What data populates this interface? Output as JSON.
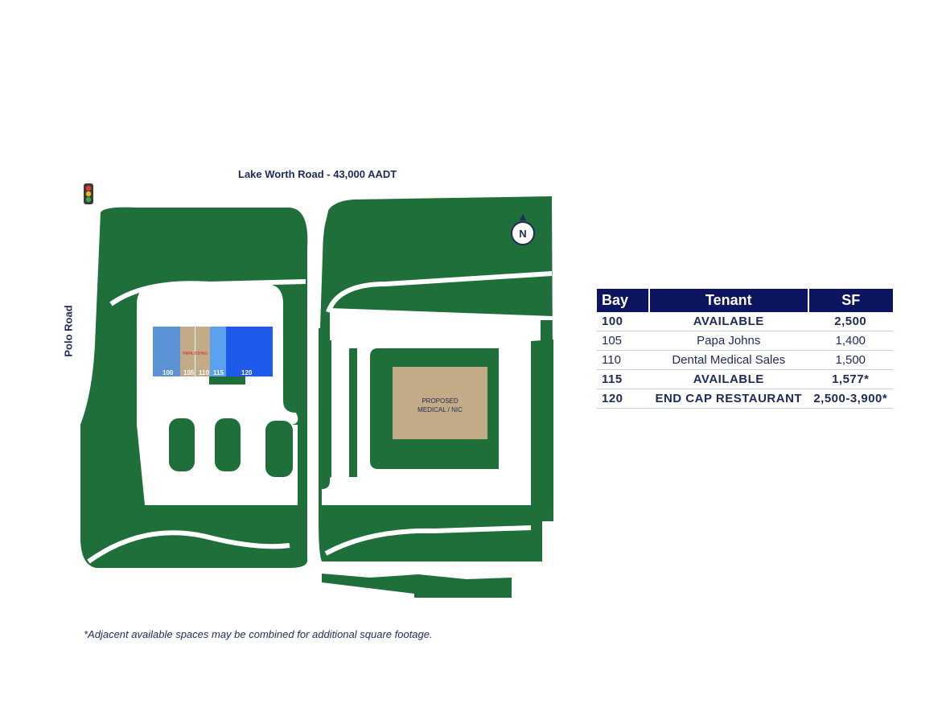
{
  "roads": {
    "top": "Lake Worth Road - 43,000 AADT",
    "left": "Polo Road"
  },
  "map": {
    "north_label": "N",
    "proposed_building": [
      "PROPOSED",
      "MEDICAL / NIC"
    ],
    "tenant_tag": "PAPA JOHNS",
    "bays": [
      {
        "label": "100",
        "color": "#5b93d6"
      },
      {
        "label": "105",
        "color": "#c2ab86"
      },
      {
        "label": "110",
        "color": "#c2ab86"
      },
      {
        "label": "115",
        "color": "#5aa2ee"
      },
      {
        "label": "120",
        "color": "#1f5bea"
      }
    ],
    "green": "#1f6f3a"
  },
  "table": {
    "headers": [
      "Bay",
      "Tenant",
      "SF"
    ],
    "rows": [
      {
        "bay": "100",
        "tenant": "AVAILABLE",
        "sf": "2,500",
        "bold": true
      },
      {
        "bay": "105",
        "tenant": "Papa Johns",
        "sf": "1,400",
        "bold": false
      },
      {
        "bay": "110",
        "tenant": "Dental Medical Sales",
        "sf": "1,500",
        "bold": false
      },
      {
        "bay": "115",
        "tenant": "AVAILABLE",
        "sf": "1,577*",
        "bold": true
      },
      {
        "bay": "120",
        "tenant": "END CAP RESTAURANT",
        "sf": "2,500-3,900*",
        "bold": true
      }
    ],
    "header_color": "#0d1460"
  },
  "footnote": "*Adjacent available spaces may be combined for additional square footage."
}
